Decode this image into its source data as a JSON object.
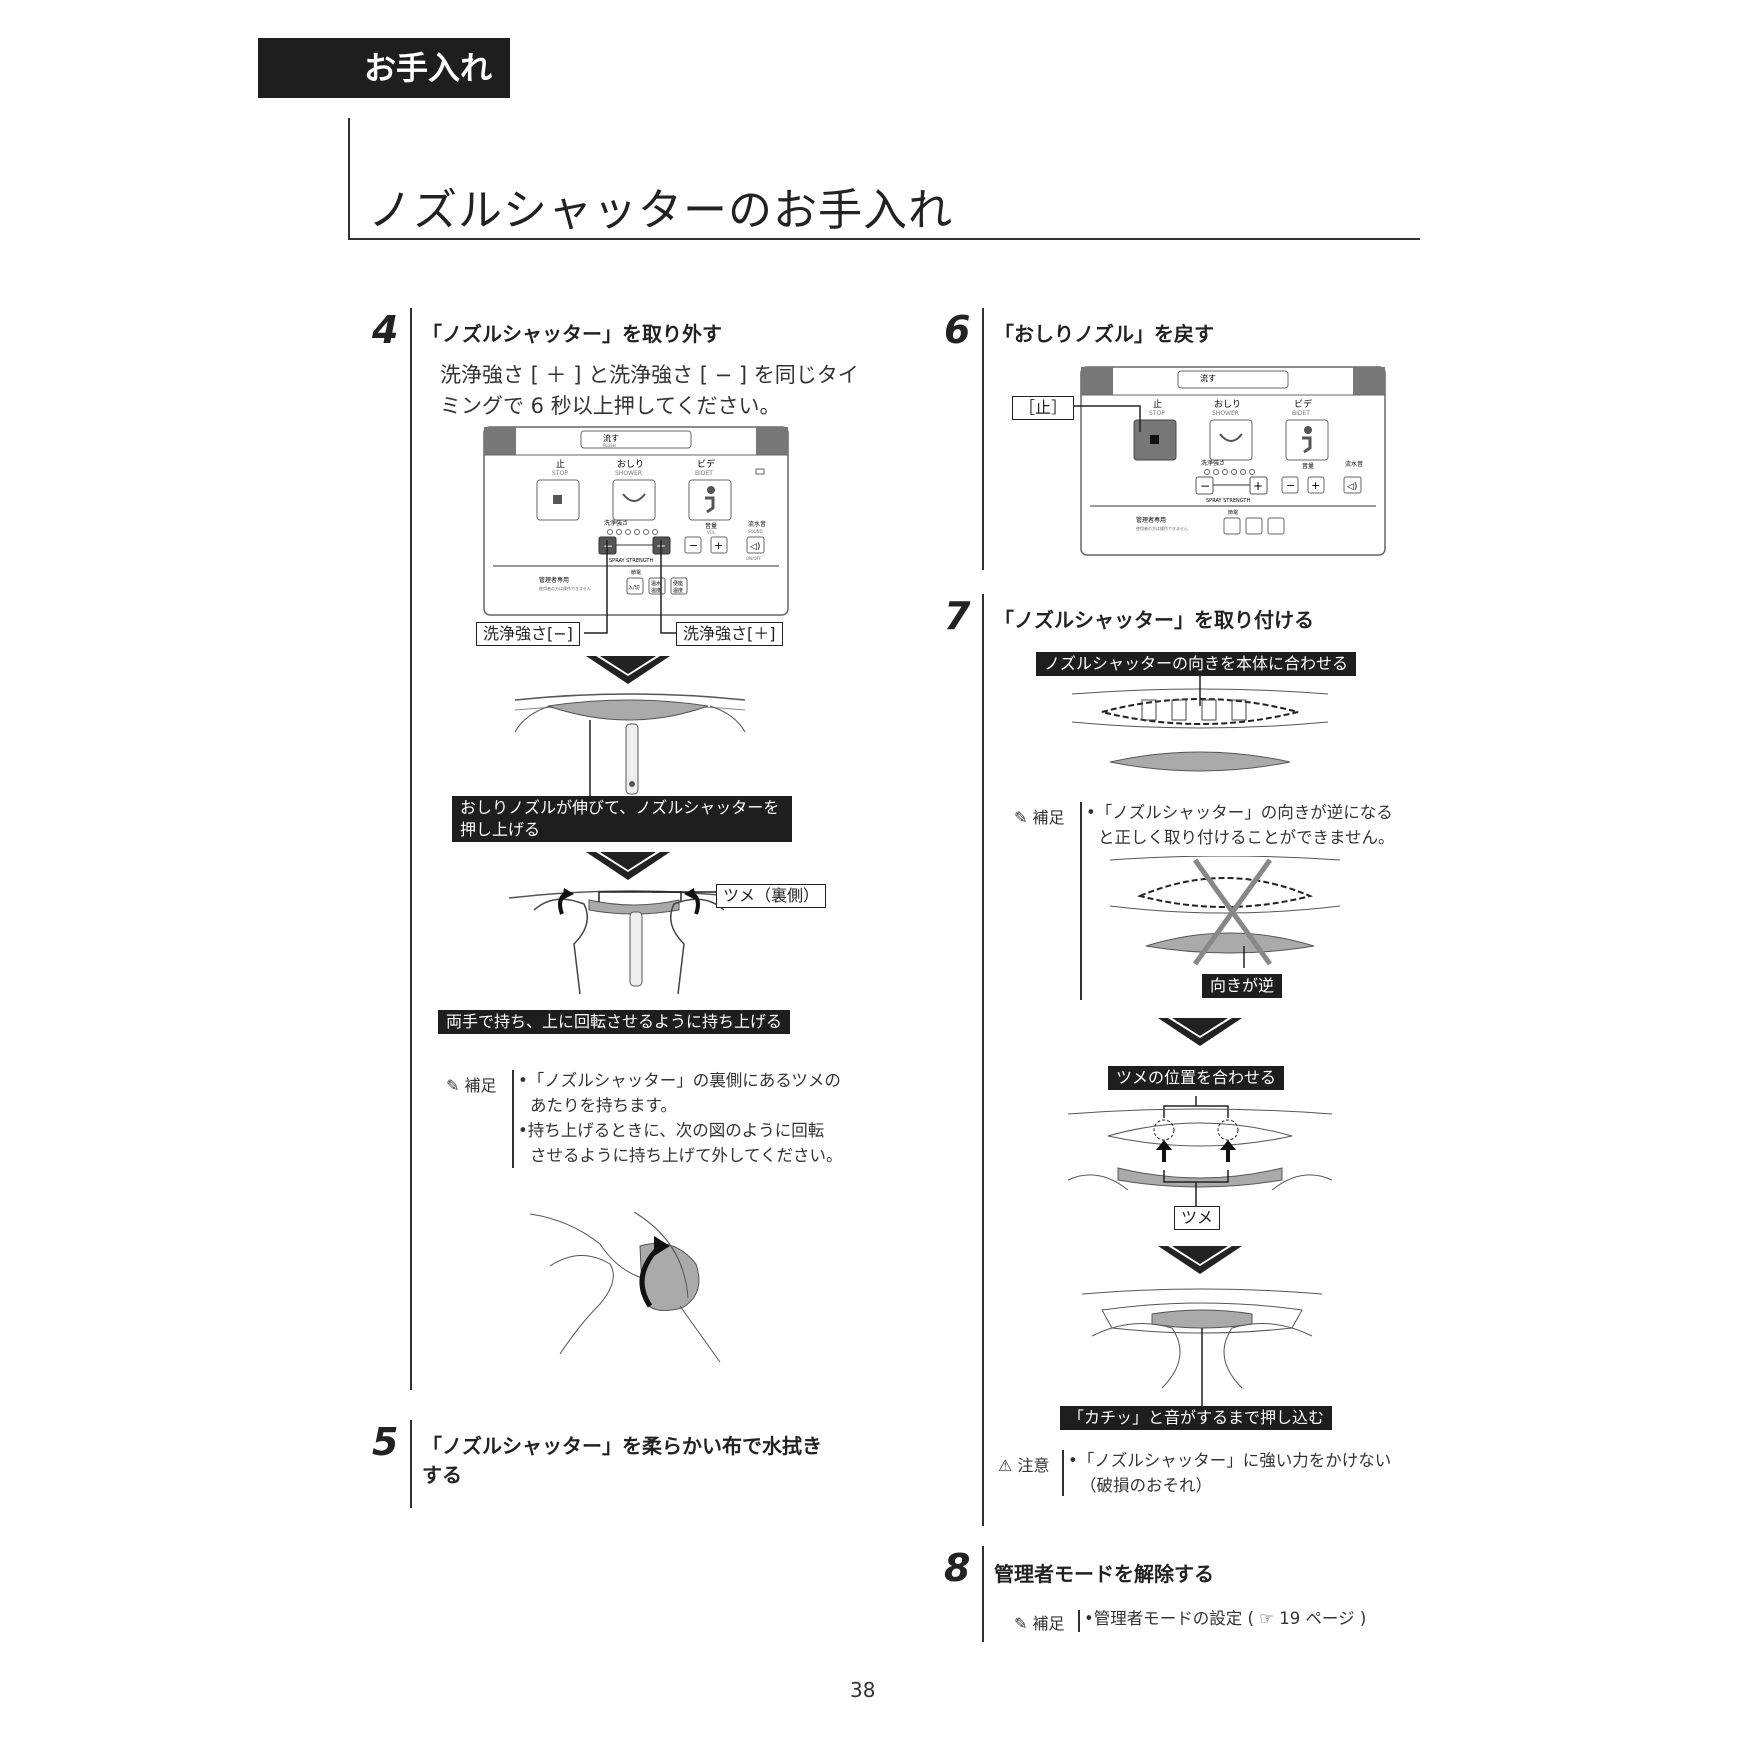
{
  "section": {
    "label": "お手入れ"
  },
  "page_title": "ノズルシャッターのお手入れ",
  "step4": {
    "number": "4",
    "title": "「ノズルシャッター」を取り外す",
    "text_line1": "洗浄強さ [ ＋ ] と洗浄強さ [ − ] を同じタイ",
    "text_line2": "ミングで 6 秒以上押してください。",
    "panel": {
      "flush": "流す",
      "flush_en": "FLUSH",
      "stop": "止",
      "stop_en": "STOP",
      "shower": "おしり",
      "shower_en": "SHOWER",
      "bidet": "ビデ",
      "bidet_en": "BIDET",
      "strength": "洗浄強さ",
      "strength_en": "SPRAY STRENGTH",
      "vol": "音量",
      "vol_en": "VOL.",
      "sound": "流水音",
      "sound_en": "SOUND",
      "onoff": "ON/OFF",
      "admin": "管理者専用",
      "admin_note": "使用者の方は操作できません",
      "power": "節電",
      "btn_a": "入/切",
      "btn_b1": "温水",
      "btn_b2": "温度",
      "btn_c1": "便座",
      "btn_c2": "温度"
    },
    "label_minus": "洗浄強さ[−]",
    "label_plus": "洗浄強さ[＋]",
    "caption1_line1": "おしりノズルが伸びて、ノズルシャッターを",
    "caption1_line2": "押し上げる",
    "label_tsume_ura": "ツメ（裏側）",
    "caption2": "両手で持ち、上に回転させるように持ち上げる",
    "note_tag": "補足",
    "note_line1": "•「ノズルシャッター」の裏側にあるツメの",
    "note_line2": "あたりを持ちます。",
    "note_line3": "•持ち上げるときに、次の図のように回転",
    "note_line4": "させるように持ち上げて外してください。"
  },
  "step5": {
    "number": "5",
    "title_line1": "「ノズルシャッター」を柔らかい布で水拭き",
    "title_line2": "する"
  },
  "step6": {
    "number": "6",
    "title": "「おしりノズル」を戻す",
    "label_stop": "［止］"
  },
  "step7": {
    "number": "7",
    "title": "「ノズルシャッター」を取り付ける",
    "caption_top": "ノズルシャッターの向きを本体に合わせる",
    "note_tag": "補足",
    "note_line1": "•「ノズルシャッター」の向きが逆になる",
    "note_line2": "と正しく取り付けることができません。",
    "label_reverse": "向きが逆",
    "caption_align": "ツメの位置を合わせる",
    "label_tsume": "ツメ",
    "caption_push": "「カチッ」と音がするまで押し込む",
    "caution_tag": "注意",
    "caution_line1": "•「ノズルシャッター」に強い力をかけない",
    "caution_line2": "（破損のおそれ）"
  },
  "step8": {
    "number": "8",
    "title": "管理者モードを解除する",
    "note_tag": "補足",
    "note_line1": "•管理者モードの設定 ( ☞ 19 ページ )"
  },
  "page_number": "38"
}
